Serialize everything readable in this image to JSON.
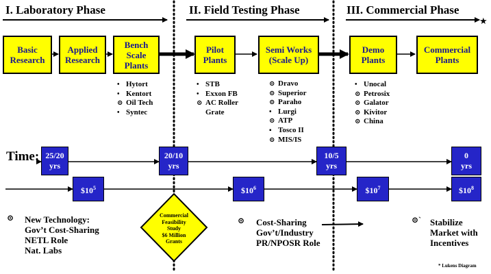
{
  "phases": [
    {
      "label": "I.  Laboratory Phase"
    },
    {
      "label": "II.  Field Testing Phase"
    },
    {
      "label": "III.  Commercial Phase"
    }
  ],
  "stages": [
    {
      "line1": "Basic",
      "line2": "Research",
      "line3": ""
    },
    {
      "line1": "Applied",
      "line2": "Research",
      "line3": ""
    },
    {
      "line1": "Bench",
      "line2": "Scale",
      "line3": "Plants"
    },
    {
      "line1": "Pilot",
      "line2": "Plants",
      "line3": ""
    },
    {
      "line1": "Semi Works",
      "line2": "(Scale Up)",
      "line3": ""
    },
    {
      "line1": "Demo",
      "line2": "Plants",
      "line3": ""
    },
    {
      "line1": "Commercial",
      "line2": "Plants",
      "line3": ""
    }
  ],
  "lists": {
    "bench": [
      {
        "bullet": "•",
        "text": "Hytort"
      },
      {
        "bullet": "•",
        "text": "Kentort"
      },
      {
        "bullet": "⊙",
        "text": "Oil Tech"
      },
      {
        "bullet": "•",
        "text": "Syntec"
      }
    ],
    "pilot": [
      {
        "bullet": "•",
        "text": "STB"
      },
      {
        "bullet": "•",
        "text": "Exxon FB"
      },
      {
        "bullet": "⊙",
        "text": "AC Roller"
      },
      {
        "bullet": "",
        "text": "Grate"
      }
    ],
    "semiworks": [
      {
        "bullet": "⊙",
        "text": "Dravo"
      },
      {
        "bullet": "⊙",
        "text": "Superior"
      },
      {
        "bullet": "⊙",
        "text": "Paraho"
      },
      {
        "bullet": "•",
        "text": "Lurgi"
      },
      {
        "bullet": "⊙",
        "text": "ATP"
      },
      {
        "bullet": "▪",
        "text": "Tosco II"
      },
      {
        "bullet": "⊙",
        "text": "MIS/IS"
      }
    ],
    "demo": [
      {
        "bullet": "•",
        "text": "Unocal"
      },
      {
        "bullet": "⊙",
        "text": "Petrosix"
      },
      {
        "bullet": "⊙",
        "text": "Galator"
      },
      {
        "bullet": "⊙",
        "text": "Kivitor"
      },
      {
        "bullet": "⊙",
        "text": "China"
      }
    ]
  },
  "time": {
    "label": "Time:",
    "boxes": [
      {
        "line1": "25/20",
        "line2": "yrs"
      },
      {
        "line1": "20/10",
        "line2": "yrs"
      },
      {
        "line1": "10/5",
        "line2": "yrs"
      },
      {
        "line1": "0",
        "line2": "yrs"
      }
    ]
  },
  "costs": [
    {
      "base": "$10",
      "exp": "5"
    },
    {
      "base": "$10",
      "exp": "6"
    },
    {
      "base": "$10",
      "exp": "7"
    },
    {
      "base": "$10",
      "exp": "8"
    }
  ],
  "diamond": {
    "line1": "Commercial",
    "line2": "Feasibility",
    "line3": "Study",
    "line4": "$6 Million",
    "line5": "Grants"
  },
  "notes": {
    "n1": {
      "bullet": "⊙",
      "line1": "New Technology:",
      "line2": "Gov’t Cost-Sharing",
      "line3": "NETL Role",
      "line4": "Nat. Labs"
    },
    "n2": {
      "bullet": "⊙",
      "line1": "Cost-Sharing",
      "line2": "Gov’t/Industry",
      "line3": "PR/NPOSR Role"
    },
    "n3": {
      "bullet": "⊙`",
      "line1": "Stabilize",
      "line2": "Market with",
      "line3": "Incentives"
    }
  },
  "footnote": "* Lukens Diagram",
  "colors": {
    "stage_fill": "#ffff00",
    "stage_text": "#1a1a8c",
    "time_fill": "#2525c8",
    "diamond_fill": "#ffff00"
  }
}
